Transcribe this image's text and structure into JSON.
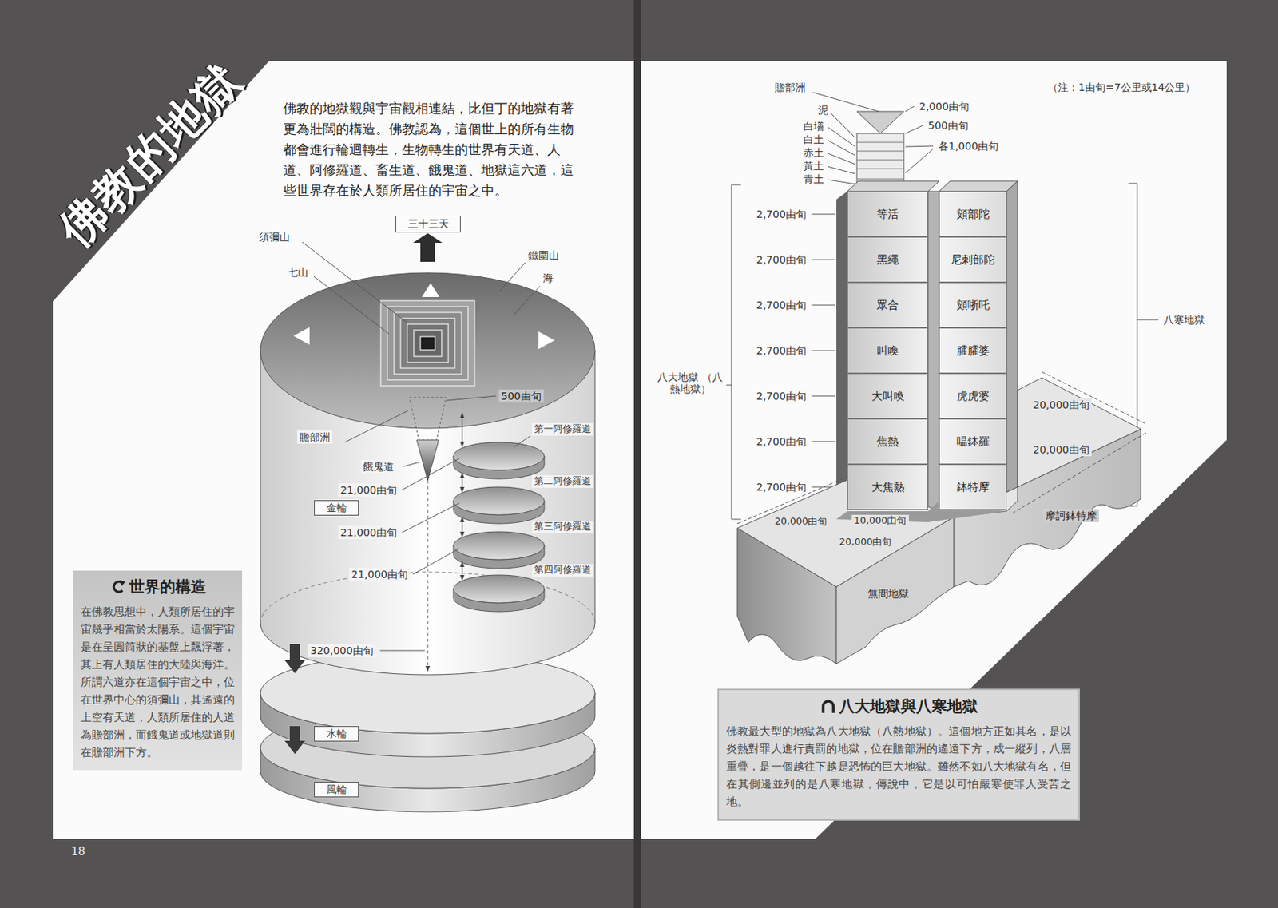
{
  "diagram": {
    "title": "佛教的地獄",
    "nodes": [
      {
        "text": [
          "三十三天"
        ]
      },
      {
        "text": [
          "金輪"
        ]
      },
      {
        "text": [
          "水輪"
        ]
      },
      {
        "text": [
          "風輪"
        ]
      },
      {
        "text": [
          "世界的構造",
          "在佛教思想中，人類所居住的宇宙幾乎相當於太陽系。這個宇宙是在呈圓筒狀的基盤上飄浮著，其上有人類居住的大陸與海洋。所謂六道亦在這個宇宙之中，位在世界中心的須彌山，其遙遠的上空有天道，人類所居住的人道為贍部洲，而餓鬼道或地獄道則在贍部洲下方。"
        ]
      },
      {
        "text": [
          "等活"
        ]
      },
      {
        "text": [
          "黑繩"
        ]
      },
      {
        "text": [
          "眾合"
        ]
      },
      {
        "text": [
          "叫喚"
        ]
      },
      {
        "text": [
          "大叫喚"
        ]
      },
      {
        "text": [
          "焦熱"
        ]
      },
      {
        "text": [
          "大焦熱"
        ]
      },
      {
        "text": [
          "頞部陀"
        ]
      },
      {
        "text": [
          "尼剌部陀"
        ]
      },
      {
        "text": [
          "頞哳吒"
        ]
      },
      {
        "text": [
          "臛臛婆"
        ]
      },
      {
        "text": [
          "虎虎婆"
        ]
      },
      {
        "text": [
          "嗢鉢羅"
        ]
      },
      {
        "text": [
          "鉢特摩"
        ]
      },
      {
        "text": [
          "八大地獄與八寒地獄",
          "佛教最大型的地獄為八大地獄（八熱地獄）。這個地方正如其名，是以炎熱對罪人進行責罰的地獄，位在贍部洲的遙遠下方，成一縱列，八層重疊，是一個越往下越是恐怖的巨大地獄。雖然不如八大地獄有名，但在其側邊並列的是八寒地獄，傳說中，它是以可怕嚴寒使罪人受苦之地。"
        ]
      }
    ],
    "labels": [
      "佛教的地獄觀與宇宙觀相連結，比但丁的地獄有著更為壯闊的構造。佛教認為，這個世上的所有生物都會進行輪迴轉生，生物轉生的世界有天道、人道、阿修羅道、畜生道、餓鬼道、地獄這六道，這些世界存在於人類所居住的宇宙之中。",
      "須彌山",
      "七山",
      "鐵圍山",
      "海",
      "500由旬",
      "贍部洲",
      "餓鬼道",
      "21,000由旬",
      "21,000由旬",
      "21,000由旬",
      "第一阿修羅道",
      "第二阿修羅道",
      "第三阿修羅道",
      "第四阿修羅道",
      "320,000由旬",
      "18",
      "贍部洲",
      "泥",
      "白墡",
      "白土",
      "赤土",
      "黃土",
      "青土",
      "2,000由旬",
      "500由旬",
      "各1,000由旬",
      "（注：1由旬=7公里或14公里）",
      "2,700由旬",
      "2,700由旬",
      "2,700由旬",
      "2,700由旬",
      "2,700由旬",
      "2,700由旬",
      "2,700由旬",
      "八大地獄 （八熱地獄）",
      "八寒地獄",
      "20,000由旬",
      "20,000由旬",
      "20,000由旬",
      "10,000由旬",
      "20,000由旬",
      "摩訶鉢特摩",
      "無間地獄"
    ]
  }
}
